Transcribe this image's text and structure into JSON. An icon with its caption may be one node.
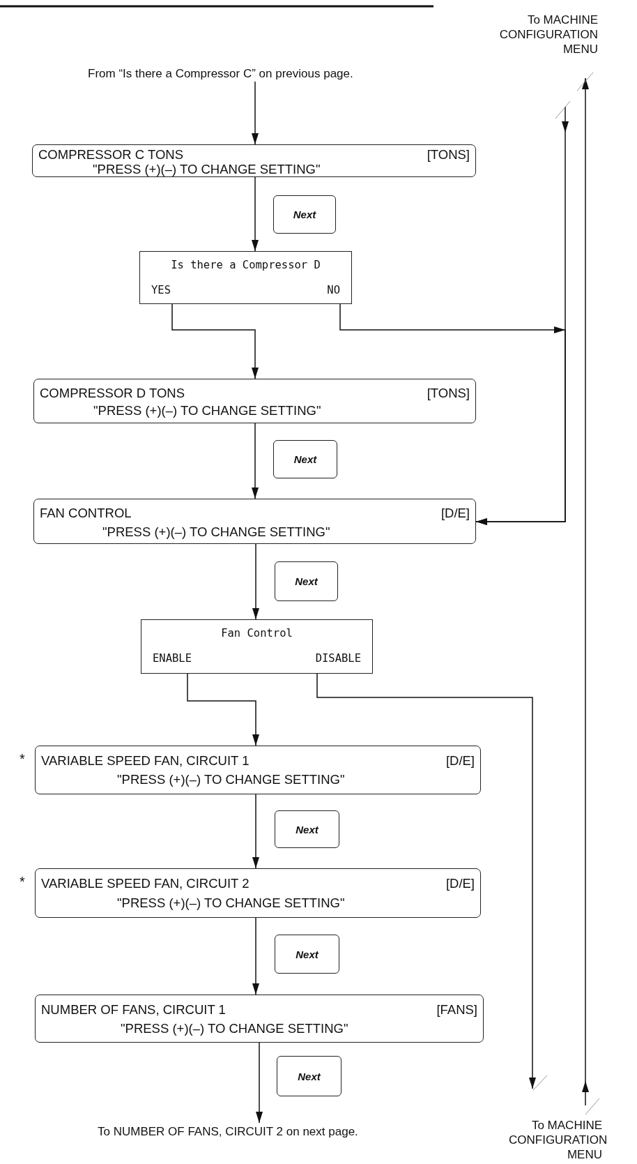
{
  "diagram": {
    "nodes": [
      {
        "text": [
          "From “Is there a Compressor C” on previous page."
        ]
      },
      {
        "text": [
          "To MACHINE CONFIGURATION MENU"
        ]
      },
      {
        "text": [
          "COMPRESSOR C TONS",
          "[TONS]",
          "\"PRESS (+)(–) TO CHANGE SETTING\""
        ]
      },
      {
        "text": [
          "Next"
        ]
      },
      {
        "text": [
          "Is there a Compressor D",
          "YES",
          "NO"
        ]
      },
      {
        "text": [
          "COMPRESSOR D TONS",
          "[TONS]",
          "\"PRESS (+)(–) TO CHANGE SETTING\""
        ]
      },
      {
        "text": [
          "Next"
        ]
      },
      {
        "text": [
          "FAN CONTROL",
          "[D/E]",
          "\"PRESS (+)(–) TO CHANGE SETTING\""
        ]
      },
      {
        "text": [
          "Next"
        ]
      },
      {
        "text": [
          "Fan Control",
          "ENABLE",
          "DISABLE"
        ]
      },
      {
        "text": [
          "VARIABLE SPEED FAN, CIRCUIT 1",
          "[D/E]",
          "\"PRESS (+)(–) TO CHANGE SETTING\""
        ],
        "beside": [
          "*"
        ]
      },
      {
        "text": [
          "Next"
        ]
      },
      {
        "text": [
          "VARIABLE SPEED FAN, CIRCUIT 2",
          "[D/E]",
          "\"PRESS (+)(–) TO CHANGE SETTING\""
        ],
        "beside": [
          "*"
        ]
      },
      {
        "text": [
          "Next"
        ]
      },
      {
        "text": [
          "NUMBER OF FANS, CIRCUIT 1",
          "[FANS]",
          "\"PRESS (+)(–) TO CHANGE SETTING\""
        ]
      },
      {
        "text": [
          "Next"
        ]
      },
      {
        "text": [
          "To NUMBER OF FANS, CIRCUIT 2 on next page."
        ]
      },
      {
        "text": [
          "To MACHINE CONFIGURATION MENU"
        ]
      }
    ],
    "edges": [
      {
        "from": 0,
        "to": 2,
        "arrow": "to"
      },
      {
        "from": 2,
        "to": 4,
        "arrow": "to"
      },
      {
        "from": 4,
        "to": 5,
        "arrow": "to"
      },
      {
        "from": 4,
        "to": 7,
        "arrow": "to"
      },
      {
        "from": 1,
        "to": 7,
        "arrow": "to"
      },
      {
        "from": 5,
        "to": 7,
        "arrow": "to"
      },
      {
        "from": 7,
        "to": 9,
        "arrow": "to"
      },
      {
        "from": 9,
        "to": 10,
        "arrow": "to"
      },
      {
        "from": 9,
        "to": 17,
        "arrow": "to"
      },
      {
        "from": 10,
        "to": 12,
        "arrow": "to"
      },
      {
        "from": 12,
        "to": 14,
        "arrow": "to"
      },
      {
        "from": 14,
        "to": 16,
        "arrow": "to"
      },
      {
        "from": 17,
        "to": 1,
        "arrow": "to"
      }
    ]
  }
}
